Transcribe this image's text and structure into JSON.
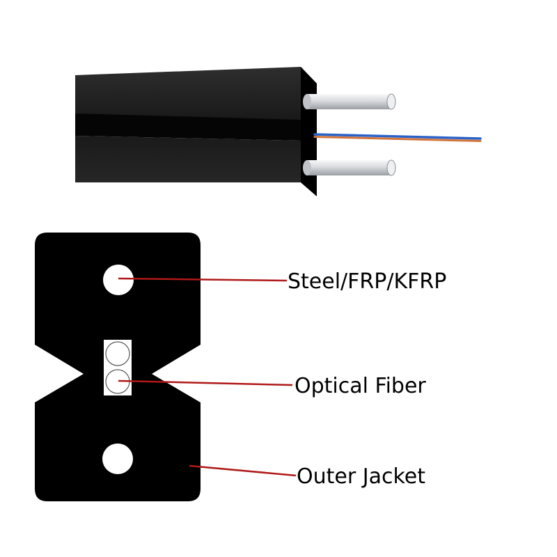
{
  "labels": {
    "strength_member": "Steel/FRP/KFRP",
    "optical_fiber": "Optical Fiber",
    "outer_jacket": "Outer Jacket"
  },
  "colors": {
    "jacket": "#000000",
    "jacket_3d_side": "#232323",
    "jacket_3d_groove": "#0a0a0a",
    "strength_rod": "#e2e4e6",
    "fiber_blue": "#2a62c8",
    "fiber_orange": "#d2743a",
    "leader_line": "#b01818",
    "label_text": "#000000",
    "hole_fill": "#ffffff"
  },
  "icons": {
    "cable_photo": "cable-3d-icon",
    "cross_section": "cable-cross-section-icon"
  }
}
